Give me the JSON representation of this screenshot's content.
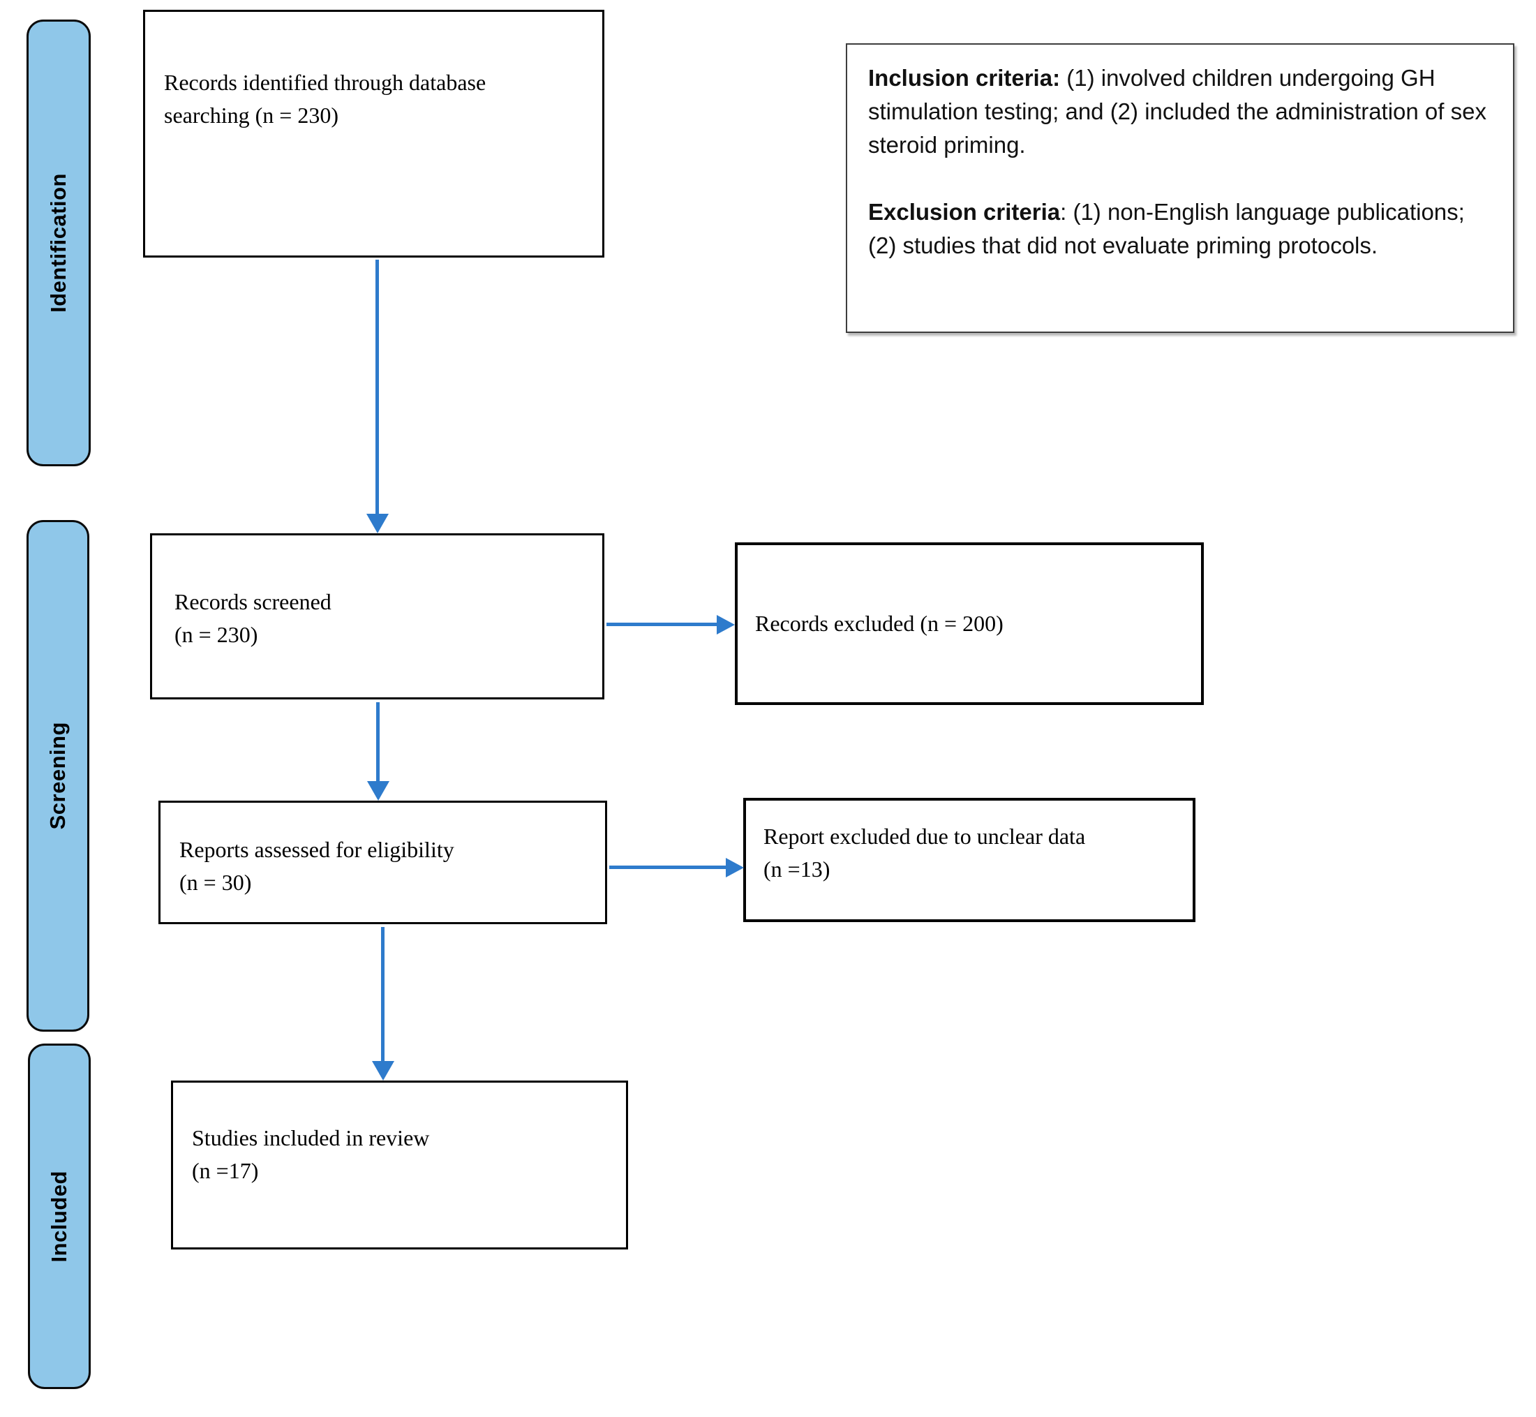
{
  "colors": {
    "stage_fill": "#8FC7E9",
    "arrow": "#2E7BCC",
    "box_border": "#000000"
  },
  "stages": [
    {
      "label": "Identification"
    },
    {
      "label": "Screening"
    },
    {
      "label": "Included"
    }
  ],
  "boxes": {
    "identified": {
      "text": "Records identified through database\nsearching (n = 230)"
    },
    "screened": {
      "text": "Records screened\n(n = 230)"
    },
    "records_excluded": {
      "text": "Records excluded (n = 200)"
    },
    "eligibility": {
      "text": "Reports assessed for eligibility\n(n = 30)"
    },
    "report_excluded": {
      "text": "Report excluded due to unclear data\n(n =13)"
    },
    "included": {
      "text": "Studies included in review\n(n =17)"
    }
  },
  "criteria": {
    "inclusion_label": "Inclusion criteria:",
    "inclusion_text": " (1) involved children undergoing GH stimulation testing; and (2) included the administration of sex steroid priming.",
    "exclusion_label": "Exclusion criteria",
    "exclusion_text": ": (1) non-English language publications; (2) studies that did not evaluate priming protocols."
  }
}
